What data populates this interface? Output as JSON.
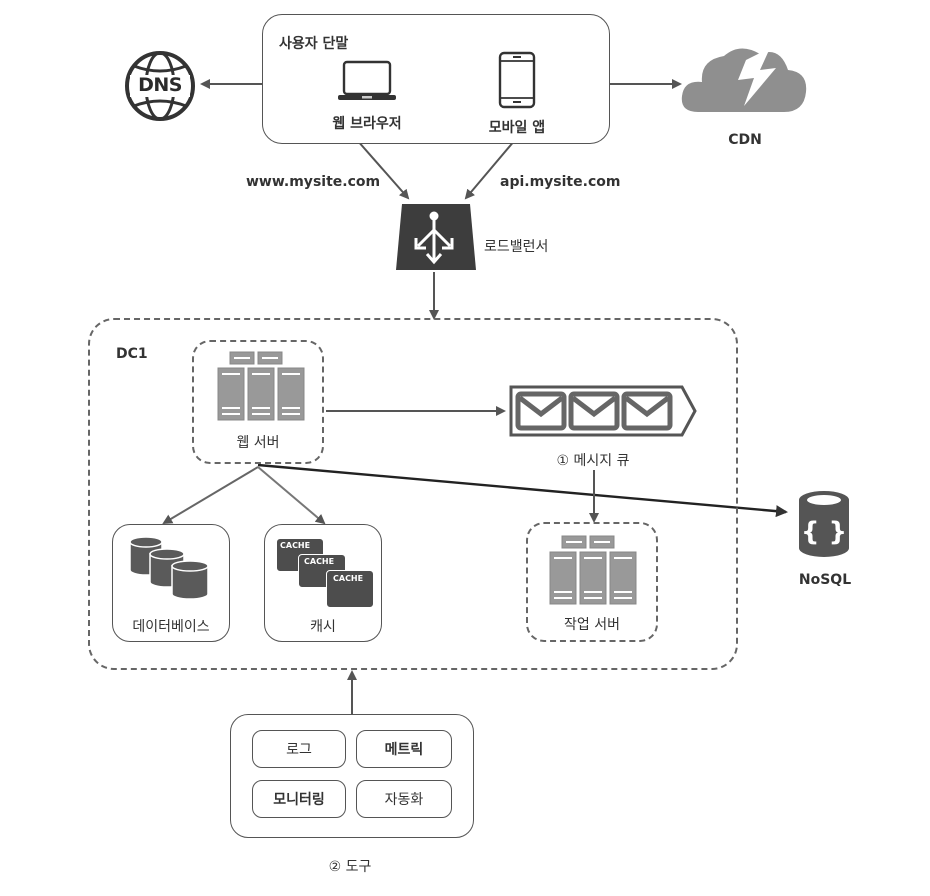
{
  "diagram": {
    "user_devices": {
      "title": "사용자 단말",
      "web_browser": "웹 브라우저",
      "mobile_app": "모바일 앱"
    },
    "dns": {
      "label": "DNS"
    },
    "cdn": {
      "label": "CDN"
    },
    "urls": {
      "web": "www.mysite.com",
      "api": "api.mysite.com"
    },
    "load_balancer": {
      "label": "로드밸런서"
    },
    "datacenter": {
      "label": "DC1",
      "web_server": "웹 서버",
      "message_queue": "① 메시지 큐",
      "database": "데이터베이스",
      "cache": "캐시",
      "cache_tags": [
        "CACHE",
        "CACHE",
        "CACHE"
      ],
      "worker_server": "작업 서버"
    },
    "nosql": {
      "label": "NoSQL"
    },
    "tools": {
      "caption": "② 도구",
      "items": [
        "로그",
        "메트릭",
        "모니터링",
        "자동화"
      ]
    }
  }
}
